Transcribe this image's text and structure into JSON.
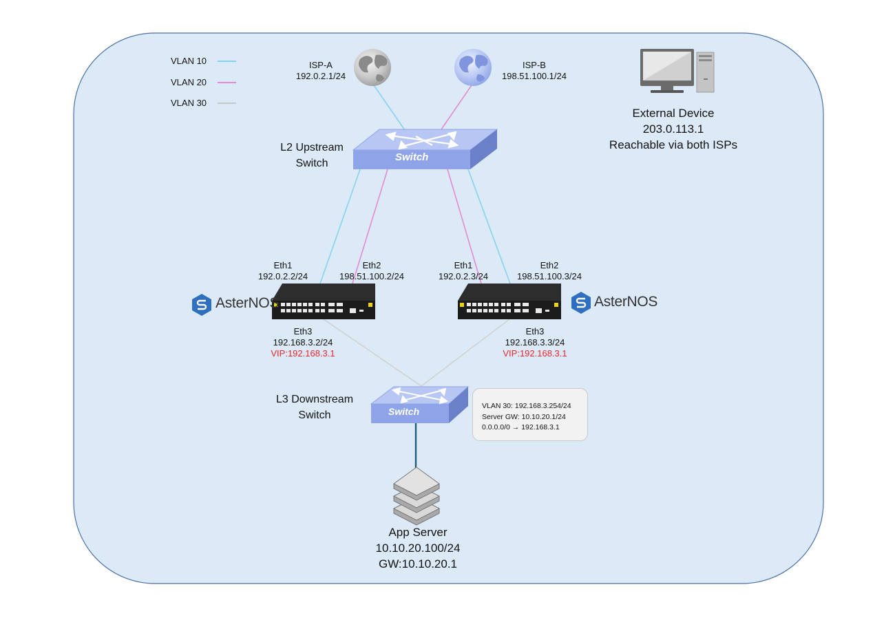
{
  "legend": [
    {
      "label": "VLAN 10",
      "color": "#87d3ef"
    },
    {
      "label": "VLAN 20",
      "color": "#e58ad1"
    },
    {
      "label": "VLAN 30",
      "color": "#c8c8c8"
    }
  ],
  "isp_a": {
    "name": "ISP-A",
    "ip": "192.0.2.1/24"
  },
  "isp_b": {
    "name": "ISP-B",
    "ip": "198.51.100.1/24"
  },
  "external_device": {
    "name": "External Device",
    "ip": "203.0.113.1",
    "note": "Reachable via both ISPs"
  },
  "l2_switch": {
    "label_line1": "L2 Upstream",
    "label_line2": "Switch",
    "icon_text": "Switch"
  },
  "router_left": {
    "brand": "AsterNOS",
    "eth1_name": "Eth1",
    "eth1_ip": "192.0.2.2/24",
    "eth2_name": "Eth2",
    "eth2_ip": "198.51.100.2/24",
    "eth3_name": "Eth3",
    "eth3_ip": "192.168.3.2/24",
    "vip": "VIP:192.168.3.1"
  },
  "router_right": {
    "brand": "AsterNOS",
    "eth1_name": "Eth1",
    "eth1_ip": "192.0.2.3/24",
    "eth2_name": "Eth2",
    "eth2_ip": "198.51.100.3/24",
    "eth3_name": "Eth3",
    "eth3_ip": "192.168.3.3/24",
    "vip": "VIP:192.168.3.1"
  },
  "l3_switch": {
    "label_line1": "L3 Downstream",
    "label_line2": "Switch",
    "icon_text": "Switch",
    "config": [
      "VLAN 30: 192.168.3.254/24",
      "Server GW: 10.10.20.1/24",
      "0.0.0.0/0 → 192.168.3.1"
    ]
  },
  "app_server": {
    "name": "App Server",
    "ip": "10.10.20.100/24",
    "gw": "GW:10.10.20.1"
  },
  "colors": {
    "panel_fill": "#dce9f6",
    "panel_stroke": "#4a6fa6",
    "switch_face": "#8fa4e8",
    "router_body": "#1c1c1c"
  }
}
